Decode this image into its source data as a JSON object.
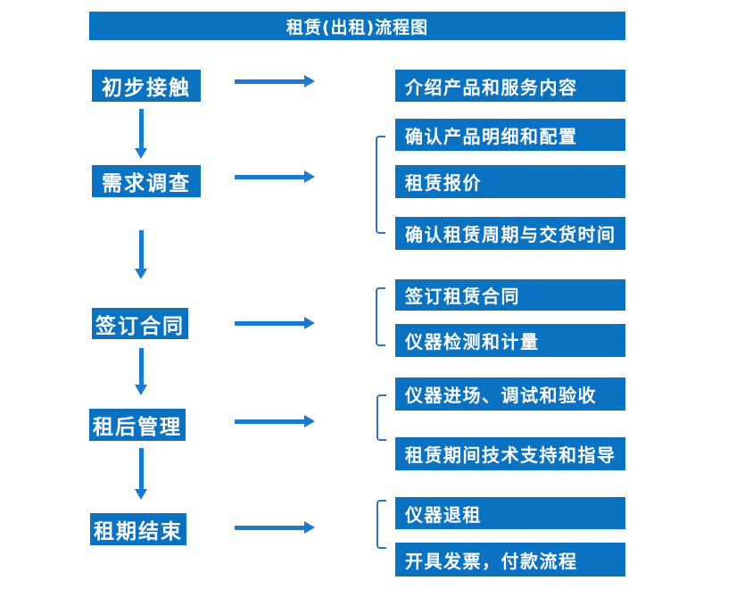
{
  "title": "租赁(出租)流程图",
  "colors": {
    "box_fill": "#0b72c2",
    "arrow": "#1a7ad0",
    "bracket": "#2e75b6",
    "text": "#ffffff",
    "background": "#ffffff"
  },
  "steps": [
    {
      "label": "初步接触",
      "details": [
        "介绍产品和服务内容"
      ]
    },
    {
      "label": "需求调查",
      "details": [
        "确认产品明细和配置",
        "租赁报价",
        "确认租赁周期与交货时间"
      ]
    },
    {
      "label": "签订合同",
      "details": [
        "签订租赁合同",
        "仪器检测和计量"
      ]
    },
    {
      "label": "租后管理",
      "details": [
        "仪器进场、调试和验收",
        "租赁期间技术支持和指导"
      ]
    },
    {
      "label": "租期结束",
      "details": [
        "仪器退租",
        "开具发票，付款流程"
      ]
    }
  ]
}
